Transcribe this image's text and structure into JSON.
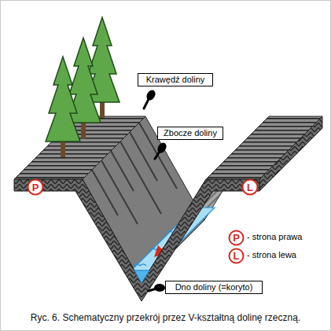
{
  "diagram": {
    "caption": "Ryc. 6. Schematyczny przekrój przez V-kształtną dolinę rzeczną.",
    "nodes": [
      {
        "text": [
          "Krawędź doliny"
        ]
      },
      {
        "text": [
          "Zbocze doliny"
        ]
      },
      {
        "text": [
          "P"
        ]
      },
      {
        "text": [
          "L"
        ]
      },
      {
        "text": [
          "P"
        ]
      },
      {
        "text": [
          "L"
        ]
      },
      {
        "text": [
          "Dno doliny (=koryto)"
        ]
      }
    ],
    "legend": [
      {
        "text": "- strona prawa"
      },
      {
        "text": "- strona lewa"
      }
    ]
  }
}
